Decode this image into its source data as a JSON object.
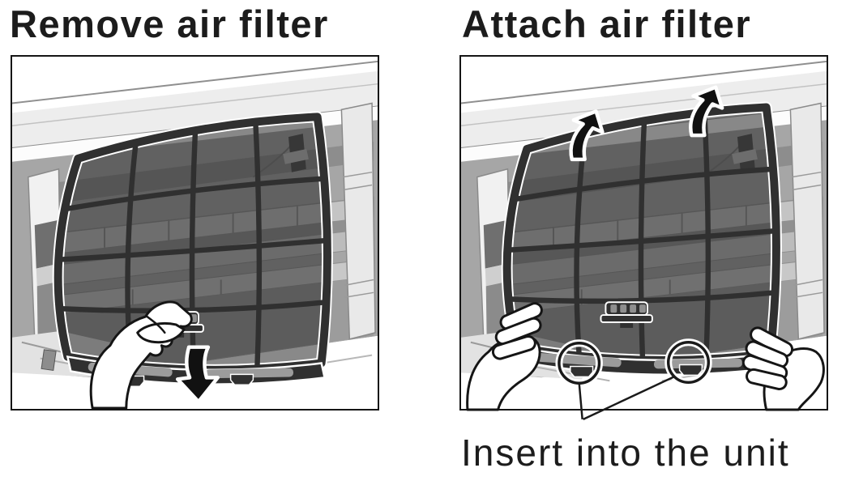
{
  "panels": {
    "remove": {
      "title": "Remove air filter"
    },
    "attach": {
      "title": "Attach air filter",
      "annotation": "Insert into the unit"
    }
  },
  "icons": {
    "remove_arrow": "arrow-down",
    "attach_arrows": "arrow-up",
    "tab_markers": "highlight-circles"
  },
  "colors": {
    "ink": "#1a1a1a",
    "filter_frame": "#303030",
    "filter_mesh": "rgba(40,40,40,0.55)",
    "casing": "#ededed",
    "interior": "#a6a6a6",
    "slat_light": "#c4c4c4",
    "hand": "#ffffff"
  }
}
